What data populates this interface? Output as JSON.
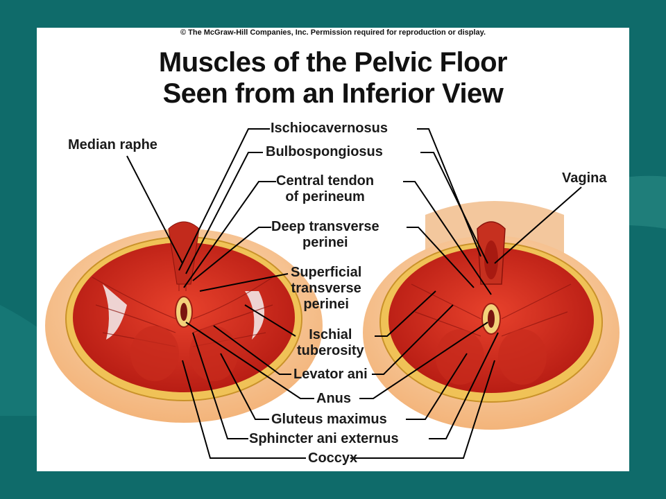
{
  "copyright": "© The McGraw-Hill Companies, Inc. Permission required for reproduction or display.",
  "title": {
    "line1": "Muscles of the Pelvic Floor",
    "line2": "Seen from an Inferior View"
  },
  "labels": {
    "median_raphe": "Median raphe",
    "vagina": "Vagina",
    "ischiocavernosus": "Ischiocavernosus",
    "bulbospongiosus": "Bulbospongiosus",
    "central_tendon_1": "Central tendon",
    "central_tendon_2": "of perineum",
    "deep_transverse_1": "Deep transverse",
    "deep_transverse_2": "perinei",
    "superficial_1": "Superficial",
    "superficial_2": "transverse",
    "superficial_3": "perinei",
    "ischial_1": "Ischial",
    "ischial_2": "tuberosity",
    "levator_ani": "Levator ani",
    "anus": "Anus",
    "gluteus_maximus": "Gluteus maximus",
    "sphincter": "Sphincter ani externus",
    "coccyx": "Coccyx"
  },
  "colors": {
    "background": "#0f6b6a",
    "muscle": "#d8321f",
    "muscle_dark": "#a81a12",
    "fat": "#f2c25a",
    "skin": "#f7c79a"
  }
}
